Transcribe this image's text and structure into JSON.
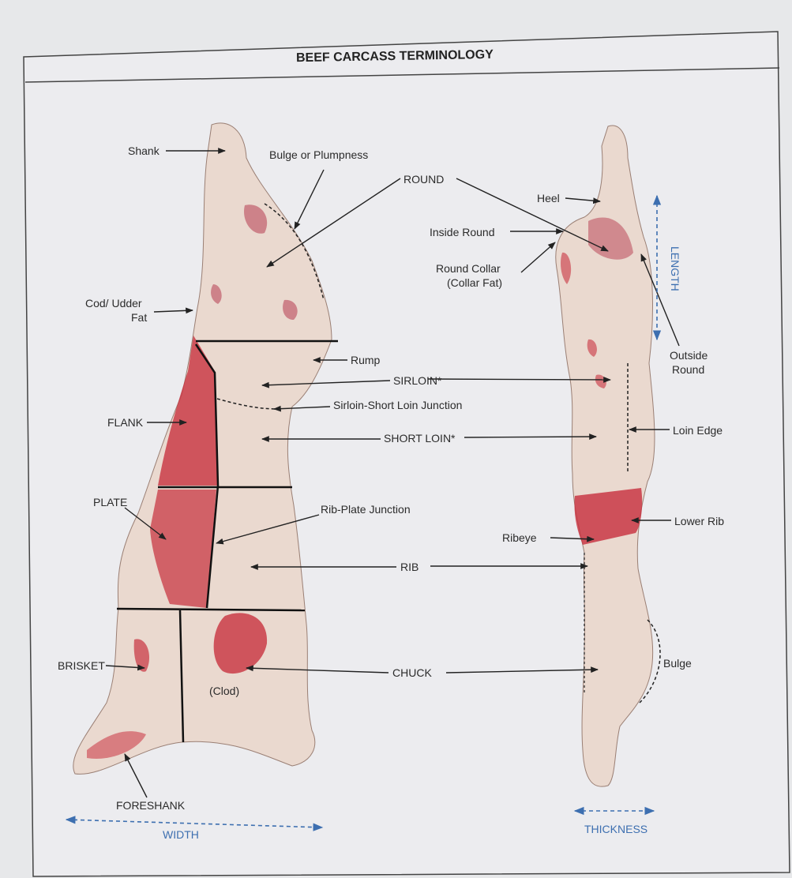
{
  "title": "BEEF CARCASS TERMINOLOGY",
  "side_view": {
    "labels": {
      "shank": "Shank",
      "bulge": "Bulge or Plumpness",
      "cod_line1": "Cod/ Udder",
      "cod_line2": "Fat",
      "flank": "FLANK",
      "plate": "PLATE",
      "brisket": "BRISKET",
      "clod": "(Clod)",
      "foreshank": "FORESHANK",
      "rump": "Rump",
      "sirloin_short_loin_junction": "Sirloin-Short Loin Junction",
      "rib_plate_junction": "Rib-Plate Junction"
    },
    "dimension": "WIDTH"
  },
  "shared": {
    "round": "ROUND",
    "sirloin": "SIRLOIN*",
    "short_loin": "SHORT LOIN*",
    "rib": "RIB",
    "chuck": "CHUCK"
  },
  "end_view": {
    "labels": {
      "heel": "Heel",
      "inside_round": "Inside Round",
      "round_collar_line1": "Round Collar",
      "round_collar_line2": "(Collar Fat)",
      "outside_round_line1": "Outside",
      "outside_round_line2": "Round",
      "loin_edge": "Loin Edge",
      "ribeye": "Ribeye",
      "lower_rib": "Lower Rib",
      "bulge": "Bulge"
    },
    "dimension_length": "LENGTH",
    "dimension_thickness": "THICKNESS"
  },
  "colors": {
    "background": "#e7e8ea",
    "panel": "#ececef",
    "fat": "#ead9cf",
    "lean": "#c8323f",
    "dimension_arrow": "#3d6fb0"
  }
}
